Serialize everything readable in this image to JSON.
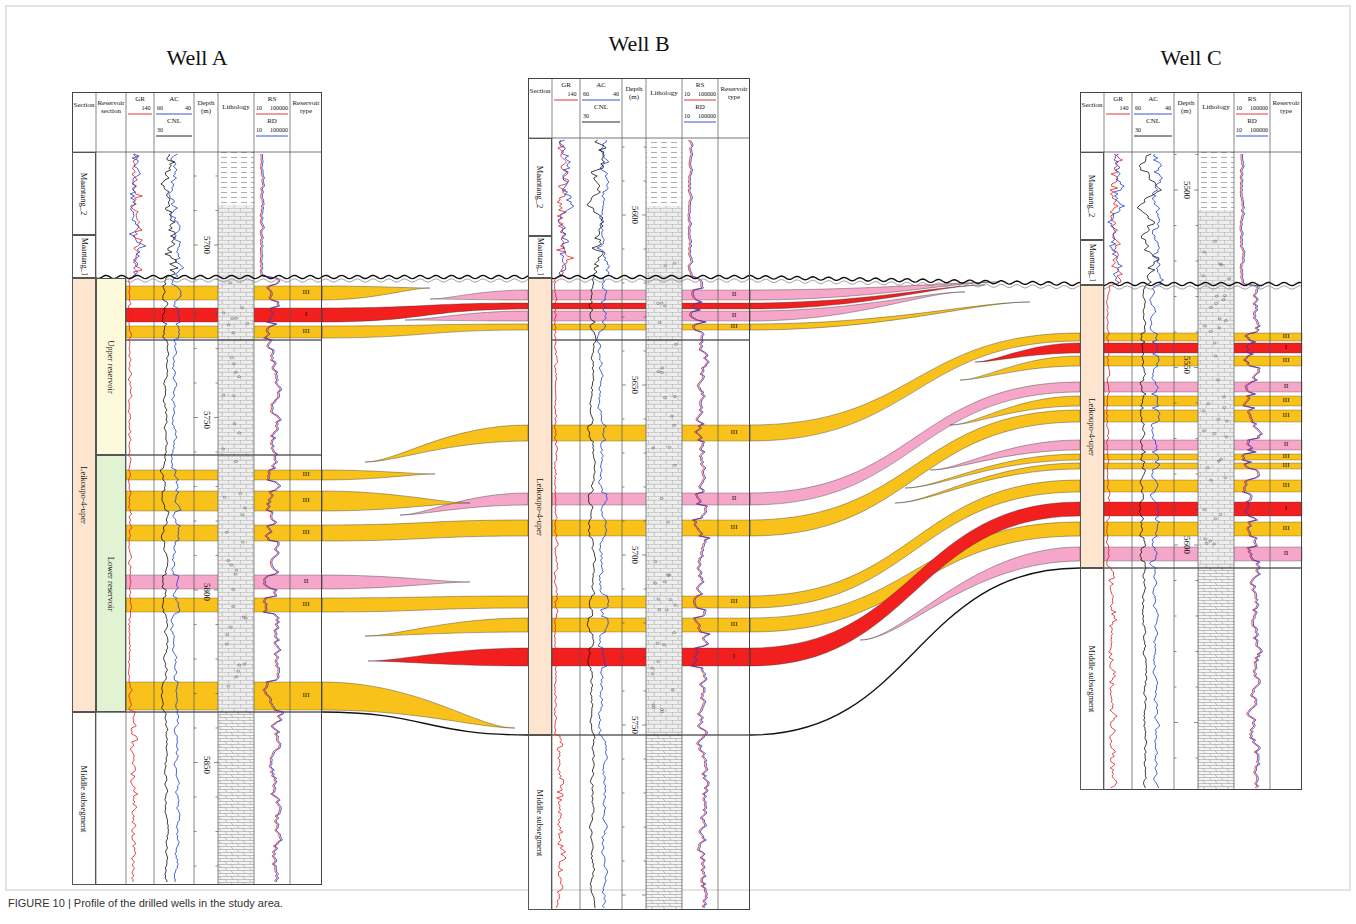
{
  "diagram": {
    "caption": "FIGURE 10 | Profile of the drilled wells in the study area.",
    "nodes": [
      {
        "text": [
          "Well A"
        ]
      },
      {
        "text": [
          "Maantang_2"
        ],
        "in": 0
      },
      {
        "text": [
          "Maantang_1"
        ],
        "in": 0
      },
      {
        "text": [
          "Leikoupo-4-uper"
        ],
        "in": 0
      },
      {
        "text": [
          "Upper reservoir"
        ],
        "in": 0
      },
      {
        "text": [
          "Lower reservoir"
        ],
        "in": 0
      },
      {
        "text": [
          "Middle subsegment"
        ],
        "in": 0
      },
      {
        "text": [
          "Well B"
        ]
      },
      {
        "text": [
          "Maantang_2"
        ],
        "in": 7
      },
      {
        "text": [
          "Maantang_1"
        ],
        "in": 7
      },
      {
        "text": [
          "Leikoupo-4-uper"
        ],
        "in": 7
      },
      {
        "text": [
          "Middle subsegment"
        ],
        "in": 7
      },
      {
        "text": [
          "Well C"
        ]
      },
      {
        "text": [
          "Maantang_2"
        ],
        "in": 12
      },
      {
        "text": [
          "Maantang_1"
        ],
        "in": 12
      },
      {
        "text": [
          "Leikoupo-4-uper"
        ],
        "in": 12
      },
      {
        "text": [
          "Middle subsegment"
        ],
        "in": 12
      }
    ],
    "labels": [
      "Section",
      "Reservoir section",
      "GR",
      "140",
      "AC",
      "60",
      "40",
      "CNL",
      "30",
      "Depth (m)",
      "Lithology",
      "RS",
      "10",
      "100000",
      "RD",
      "10",
      "100000",
      "Reservoir type",
      "5700",
      "5750",
      "5800",
      "5850",
      "III",
      "I",
      "III",
      "III",
      "III",
      "III",
      "II",
      "III",
      "III",
      "Section",
      "GR",
      "140",
      "AC",
      "60",
      "40",
      "CNL",
      "30",
      "Depth (m)",
      "Lithology",
      "RS",
      "10",
      "100000",
      "RD",
      "10",
      "100000",
      "Reservoir type",
      "5600",
      "5650",
      "5700",
      "5750",
      "II",
      "II",
      "III",
      "III",
      "II",
      "III",
      "III",
      "III",
      "I",
      "Section",
      "GR",
      "140",
      "AC",
      "60",
      "40",
      "CNL",
      "30",
      "Depth (m)",
      "Lithology",
      "RS",
      "10",
      "100000",
      "RD",
      "10",
      "100000",
      "Reservoir type",
      "5500",
      "5550",
      "5600",
      "III",
      "I",
      "III",
      "II",
      "III",
      "III",
      "II",
      "III",
      "III",
      "III",
      "I",
      "III",
      "II"
    ]
  }
}
